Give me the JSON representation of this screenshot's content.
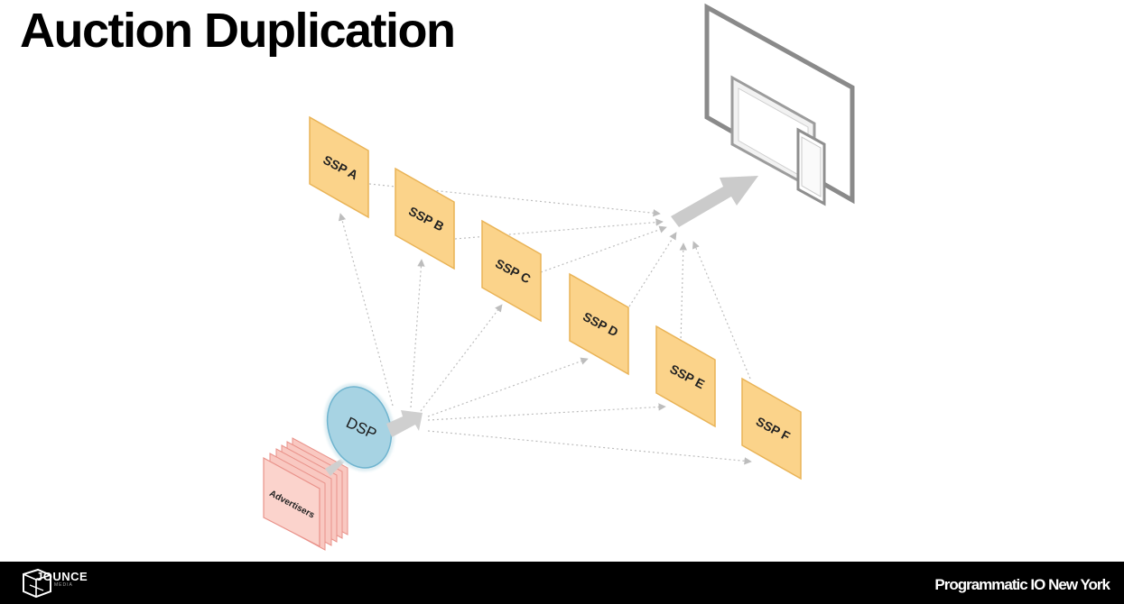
{
  "slide": {
    "title": "Auction Duplication"
  },
  "diagram": {
    "ssp_labels": [
      "SSP A",
      "SSP B",
      "SSP C",
      "SSP D",
      "SSP E",
      "SSP F"
    ],
    "dsp_label": "DSP",
    "advertisers_label": "Advertisers",
    "colors": {
      "ssp_fill": "#fbd38a",
      "ssp_border": "#e9b356",
      "dsp_fill": "#a7d3e3",
      "dsp_border": "#6fb4cf",
      "advertisers_fill": "#f9c8c1",
      "advertisers_border": "#e9928a",
      "arrow_gray": "#b8b8b8",
      "device_frame": "#8a8a8a"
    },
    "icons": [
      "screen-device-icon"
    ]
  },
  "footer": {
    "logo_text": "JOUNCE",
    "logo_subtext": "MEDIA",
    "event_name": "Programmatic IO New York"
  }
}
